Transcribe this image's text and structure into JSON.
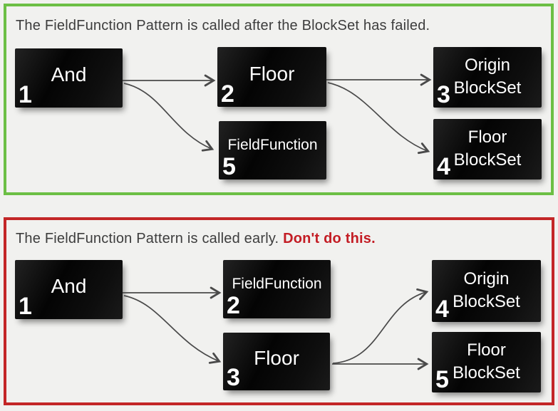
{
  "background_color": "#f1f1ef",
  "colors": {
    "correct_panel_border": "#6cbf45",
    "incorrect_panel_border": "#c32627",
    "warning_text": "#c31c24",
    "title_text": "#3d3d3d",
    "arrow": "#4a4a4a",
    "node_background": "#0a0a0a",
    "node_text": "#ffffff"
  },
  "sections": [
    {
      "name": "correct-pattern",
      "title": "The FieldFunction Pattern is called after the BlockSet has failed.",
      "warning": "",
      "nodes": [
        {
          "number": "1",
          "line1": "And"
        },
        {
          "number": "2",
          "line1": "Floor"
        },
        {
          "number": "3",
          "line1": "Origin",
          "line2": "BlockSet"
        },
        {
          "number": "4",
          "line1": "Floor",
          "line2": "BlockSet"
        },
        {
          "number": "5",
          "line1": "FieldFunction"
        }
      ]
    },
    {
      "name": "incorrect-pattern",
      "title": "The FieldFunction Pattern is called early.",
      "warning": "Don't do this.",
      "nodes": [
        {
          "number": "1",
          "line1": "And"
        },
        {
          "number": "2",
          "line1": "FieldFunction"
        },
        {
          "number": "3",
          "line1": "Floor"
        },
        {
          "number": "4",
          "line1": "Origin",
          "line2": "BlockSet"
        },
        {
          "number": "5",
          "line1": "Floor",
          "line2": "BlockSet"
        }
      ]
    }
  ]
}
